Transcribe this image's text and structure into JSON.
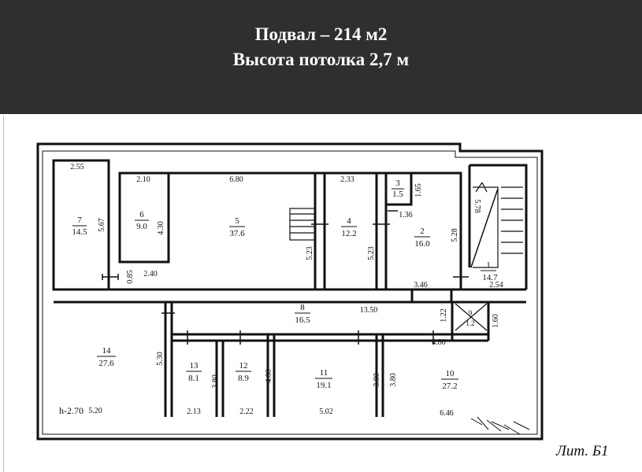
{
  "header": {
    "title": "Подвал – 214 м2",
    "subtitle": "Высота потолка  2,7 м"
  },
  "plan": {
    "rooms": [
      {
        "num": "7",
        "area": "14.5"
      },
      {
        "num": "6",
        "area": "9.0"
      },
      {
        "num": "5",
        "area": "37.6"
      },
      {
        "num": "4",
        "area": "12.2"
      },
      {
        "num": "3",
        "area": "1.5"
      },
      {
        "num": "2",
        "area": "16.0"
      },
      {
        "num": "1",
        "area": "14.7"
      },
      {
        "num": "8",
        "area": "16.5"
      },
      {
        "num": "9",
        "area": "1.2"
      },
      {
        "num": "14",
        "area": "27.6"
      },
      {
        "num": "13",
        "area": "8.1"
      },
      {
        "num": "12",
        "area": "8.9"
      },
      {
        "num": "11",
        "area": "19.1"
      },
      {
        "num": "10",
        "area": "27.2"
      }
    ],
    "dimensions": [
      "2.55",
      "2.10",
      "6.80",
      "2.33",
      "5.67",
      "4.30",
      "0.85",
      "2.40",
      "5.23",
      "5.23",
      "1.65",
      "1.36",
      "5.28",
      "5.78",
      "3.46",
      "2.54",
      "13.50",
      "1.22",
      "1.60",
      "4.80",
      "5.30",
      "3.80",
      "4.00",
      "3.80",
      "3.80",
      "5.20",
      "2.13",
      "2.22",
      "5.02",
      "6.46"
    ],
    "height_mark": "h-2.70",
    "lit": "Лит. Б1"
  },
  "colors": {
    "header_bg": "#2f2f31",
    "header_text": "#ffffff",
    "line": "#111111"
  }
}
